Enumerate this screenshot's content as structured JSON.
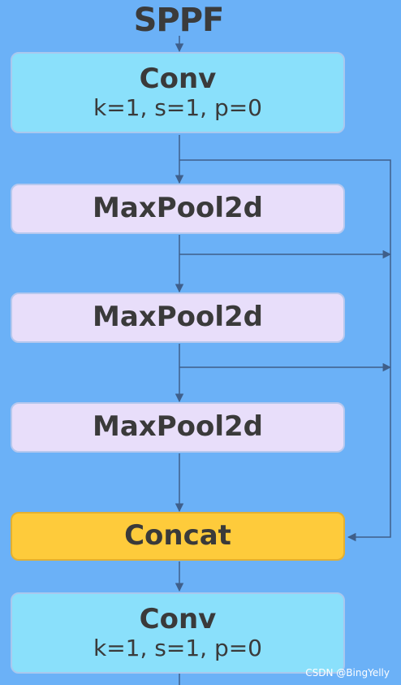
{
  "title": "SPPF",
  "colors": {
    "background": "#6bb1f7",
    "conv": "#8ae0fb",
    "maxpool": "#e8defa",
    "concat": "#fecb3b",
    "line": "#3f5f8a"
  },
  "nodes": [
    {
      "name": "Conv",
      "params": "k=1, s=1, p=0"
    },
    {
      "name": "MaxPool2d"
    },
    {
      "name": "MaxPool2d"
    },
    {
      "name": "MaxPool2d"
    },
    {
      "name": "Concat"
    },
    {
      "name": "Conv",
      "params": "k=1, s=1, p=0"
    }
  ],
  "watermark": "CSDN @BingYelly"
}
